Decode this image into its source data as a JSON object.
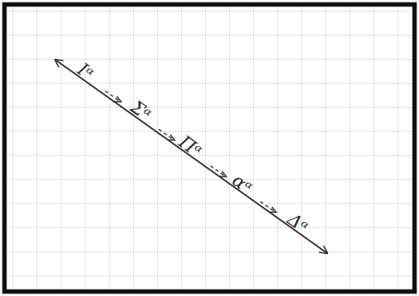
{
  "diagram": {
    "labels": [
      "Iᵅ",
      "Σᵅ",
      "Πᵅ",
      "αᵅ",
      "Δᵅ"
    ]
  }
}
